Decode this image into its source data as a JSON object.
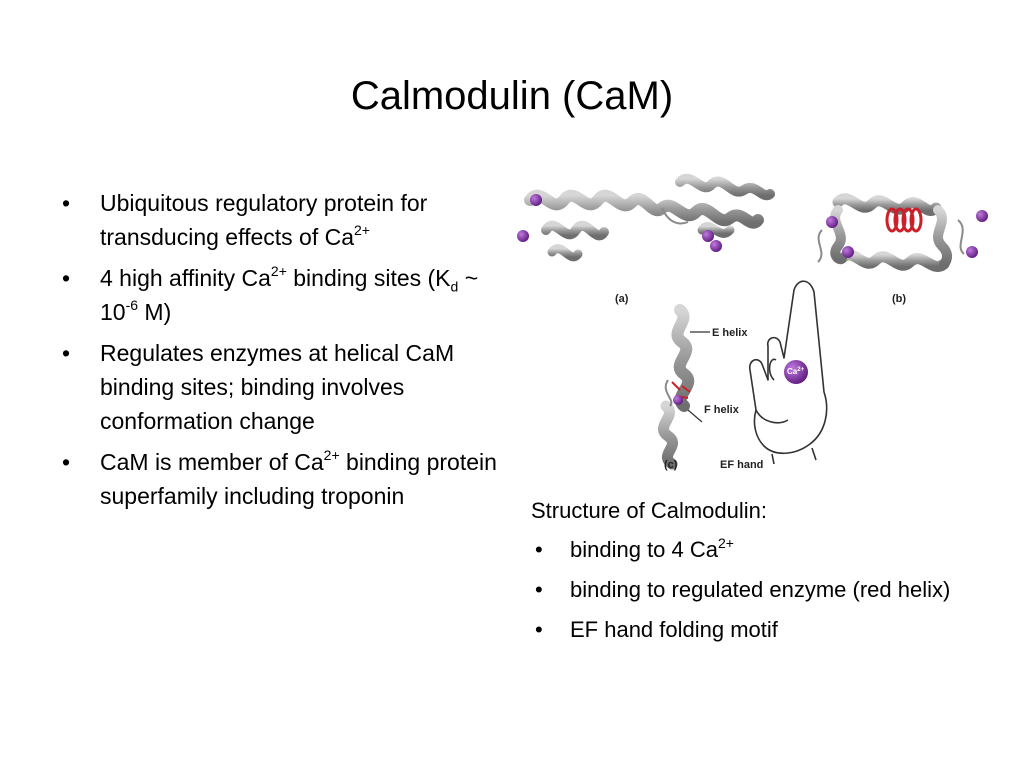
{
  "slide": {
    "title": "Calmodulin (CaM)"
  },
  "left_bullets": [
    {
      "before": "Ubiquitous regulatory protein for transducing effects of Ca",
      "sup": "2+",
      "after": ""
    },
    {
      "before": "4 high affinity Ca",
      "sup": "2+",
      "after": " binding sites (K",
      "sub": "d",
      "after2": " ~ 10",
      "sup2": "-6",
      "after3": " M)"
    },
    {
      "before": "Regulates enzymes at helical CaM binding sites; binding involves conformation change"
    },
    {
      "before": "CaM is member of Ca",
      "sup": "2+",
      "after": " binding protein superfamily including troponin"
    }
  ],
  "figure": {
    "label_a": "(a)",
    "label_b": "(b)",
    "label_c": "(c)",
    "e_helix": "E helix",
    "f_helix": "F helix",
    "ef_hand": "EF hand",
    "ca_ion": "Ca",
    "ca_ion_sup": "2+",
    "helix_color": "#9a9a9a",
    "calcium_color": "#7a2a9a",
    "enzyme_helix_color": "#cc1f2a"
  },
  "caption": {
    "heading": "Structure of Calmodulin:",
    "items": [
      {
        "before": "binding to 4 Ca",
        "sup": "2+"
      },
      {
        "before": "binding to regulated enzyme (red helix)"
      },
      {
        "before": "EF hand folding motif"
      }
    ]
  }
}
